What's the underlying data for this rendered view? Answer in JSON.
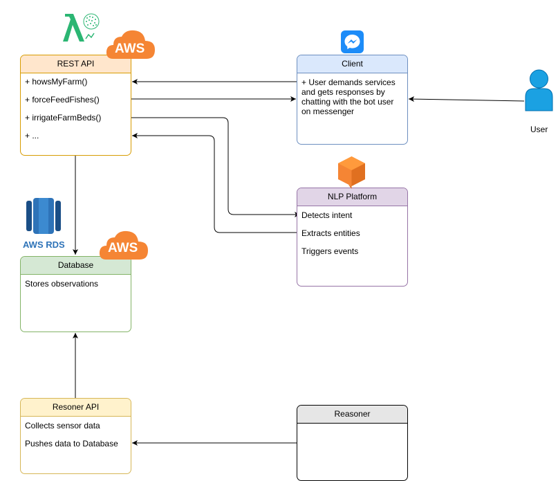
{
  "rest_api": {
    "title": "REST API",
    "methods": [
      "+ howsMyFarm()",
      "+ forceFeedFishes()",
      "+ irrigateFarmBeds()",
      "+ ..."
    ]
  },
  "client": {
    "title": "Client",
    "description": "+ User demands services and gets responses by chatting with the bot user on messenger"
  },
  "nlp": {
    "title": "NLP Platform",
    "items": [
      "Detects intent",
      "Extracts entities",
      "Triggers events"
    ]
  },
  "database": {
    "title": "Database",
    "description": "Stores observations"
  },
  "resoner_api": {
    "title": "Resoner API",
    "items": [
      "Collects sensor data",
      "Pushes data to Database"
    ]
  },
  "reasoner": {
    "title": "Reasoner"
  },
  "user_label": "User",
  "aws_rds_label": "AWS RDS",
  "aws_badge": "AWS",
  "colors": {
    "rest_api_header": "#ffe6cc",
    "rest_api_border": "#d79b00",
    "client_header": "#dae8fc",
    "client_border": "#6c8ebf",
    "nlp_header": "#e1d5e7",
    "nlp_border": "#9673a6",
    "database_header": "#d5e8d4",
    "database_border": "#82b366",
    "resoner_header": "#fff2cc",
    "resoner_border": "#d6b656",
    "reasoner_header": "#e6e6e6",
    "reasoner_border": "#000000",
    "aws_orange": "#f58534",
    "user_blue": "#1ba1e2",
    "rds_blue": "#2e73b8"
  }
}
